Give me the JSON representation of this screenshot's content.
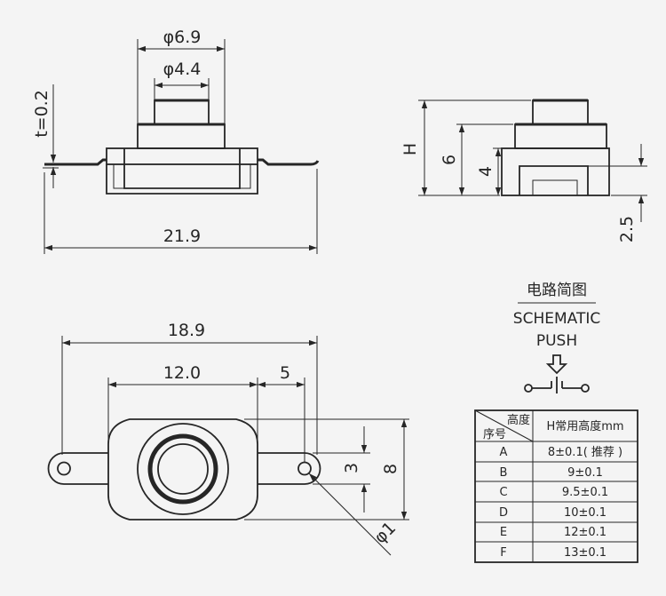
{
  "colors": {
    "line": "#262626",
    "background": "#f4f4f4"
  },
  "front_view": {
    "dim_outer_dia": "φ6.9",
    "dim_inner_dia": "φ4.4",
    "dim_thickness": "t=0.2",
    "dim_length": "21.9"
  },
  "side_view": {
    "dim_height": "H",
    "dim_6": "6",
    "dim_4": "4",
    "dim_2_5": "2.5"
  },
  "schematic": {
    "title_cn": "电路简图",
    "title_en": "SCHEMATIC",
    "label": "PUSH",
    "icons": [
      "down-arrow-icon",
      "switch-symbol-icon"
    ]
  },
  "top_view": {
    "dim_total": "18.9",
    "dim_body": "12.0",
    "dim_hole_offset": "5",
    "dim_tab_width": "3",
    "dim_body_width": "8",
    "dim_hole_dia": "φ1"
  },
  "height_table": {
    "corner_top": "高度",
    "corner_bottom": "序号",
    "col_header": "H常用高度mm",
    "rows": [
      {
        "id": "A",
        "value": "8±0.1( 推荐 )"
      },
      {
        "id": "B",
        "value": "9±0.1"
      },
      {
        "id": "C",
        "value": "9.5±0.1"
      },
      {
        "id": "D",
        "value": "10±0.1"
      },
      {
        "id": "E",
        "value": "12±0.1"
      },
      {
        "id": "F",
        "value": "13±0.1"
      }
    ]
  }
}
